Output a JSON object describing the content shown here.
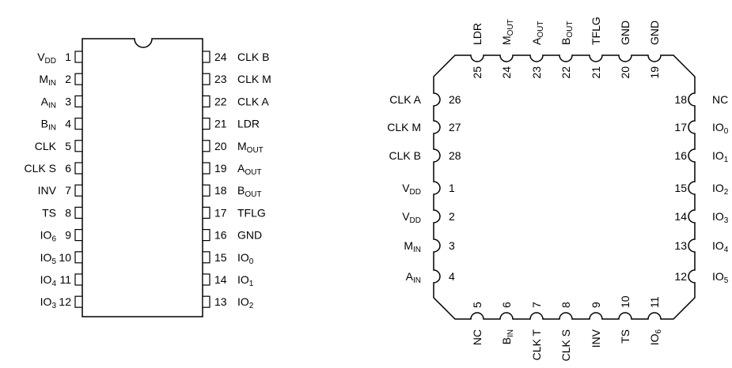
{
  "dip": {
    "pins": [
      {
        "num": "1",
        "name": "V",
        "sub": "DD"
      },
      {
        "num": "2",
        "name": "M",
        "sub": "IN"
      },
      {
        "num": "3",
        "name": "A",
        "sub": "IN"
      },
      {
        "num": "4",
        "name": "B",
        "sub": "IN"
      },
      {
        "num": "5",
        "name": "CLK"
      },
      {
        "num": "6",
        "name": "CLK S"
      },
      {
        "num": "7",
        "name": "INV"
      },
      {
        "num": "8",
        "name": "TS"
      },
      {
        "num": "9",
        "name": "IO",
        "sub": "6"
      },
      {
        "num": "10",
        "name": "IO",
        "sub": "5"
      },
      {
        "num": "11",
        "name": "IO",
        "sub": "4"
      },
      {
        "num": "12",
        "name": "IO",
        "sub": "3"
      },
      {
        "num": "13",
        "name": "IO",
        "sub": "2"
      },
      {
        "num": "14",
        "name": "IO",
        "sub": "1"
      },
      {
        "num": "15",
        "name": "IO",
        "sub": "0"
      },
      {
        "num": "16",
        "name": "GND"
      },
      {
        "num": "17",
        "name": "TFLG"
      },
      {
        "num": "18",
        "name": "B",
        "sub": "OUT"
      },
      {
        "num": "19",
        "name": "A",
        "sub": "OUT"
      },
      {
        "num": "20",
        "name": "M",
        "sub": "OUT"
      },
      {
        "num": "21",
        "name": "LDR"
      },
      {
        "num": "22",
        "name": "CLK A"
      },
      {
        "num": "23",
        "name": "CLK M"
      },
      {
        "num": "24",
        "name": "CLK B"
      }
    ]
  },
  "plcc": {
    "top": [
      {
        "num": "25",
        "name": "LDR"
      },
      {
        "num": "24",
        "name": "M",
        "sub": "OUT"
      },
      {
        "num": "23",
        "name": "A",
        "sub": "OUT"
      },
      {
        "num": "22",
        "name": "B",
        "sub": "OUT"
      },
      {
        "num": "21",
        "name": "TFLG"
      },
      {
        "num": "20",
        "name": "GND"
      },
      {
        "num": "19",
        "name": "GND"
      }
    ],
    "left": [
      {
        "num": "26",
        "name": "CLK A"
      },
      {
        "num": "27",
        "name": "CLK M"
      },
      {
        "num": "28",
        "name": "CLK B"
      },
      {
        "num": "1",
        "name": "V",
        "sub": "DD"
      },
      {
        "num": "2",
        "name": "V",
        "sub": "DD"
      },
      {
        "num": "3",
        "name": "M",
        "sub": "IN"
      },
      {
        "num": "4",
        "name": "A",
        "sub": "IN"
      }
    ],
    "right": [
      {
        "num": "18",
        "name": "NC"
      },
      {
        "num": "17",
        "name": "IO",
        "sub": "0"
      },
      {
        "num": "16",
        "name": "IO",
        "sub": "1"
      },
      {
        "num": "15",
        "name": "IO",
        "sub": "2"
      },
      {
        "num": "14",
        "name": "IO",
        "sub": "3"
      },
      {
        "num": "13",
        "name": "IO",
        "sub": "4"
      },
      {
        "num": "12",
        "name": "IO",
        "sub": "5"
      }
    ],
    "bottom": [
      {
        "num": "5",
        "name": "NC"
      },
      {
        "num": "6",
        "name": "B",
        "sub": "IN"
      },
      {
        "num": "7",
        "name": "CLK T"
      },
      {
        "num": "8",
        "name": "CLK S"
      },
      {
        "num": "9",
        "name": "INV"
      },
      {
        "num": "10",
        "name": "TS"
      },
      {
        "num": "11",
        "name": "IO",
        "sub": "6"
      }
    ]
  }
}
